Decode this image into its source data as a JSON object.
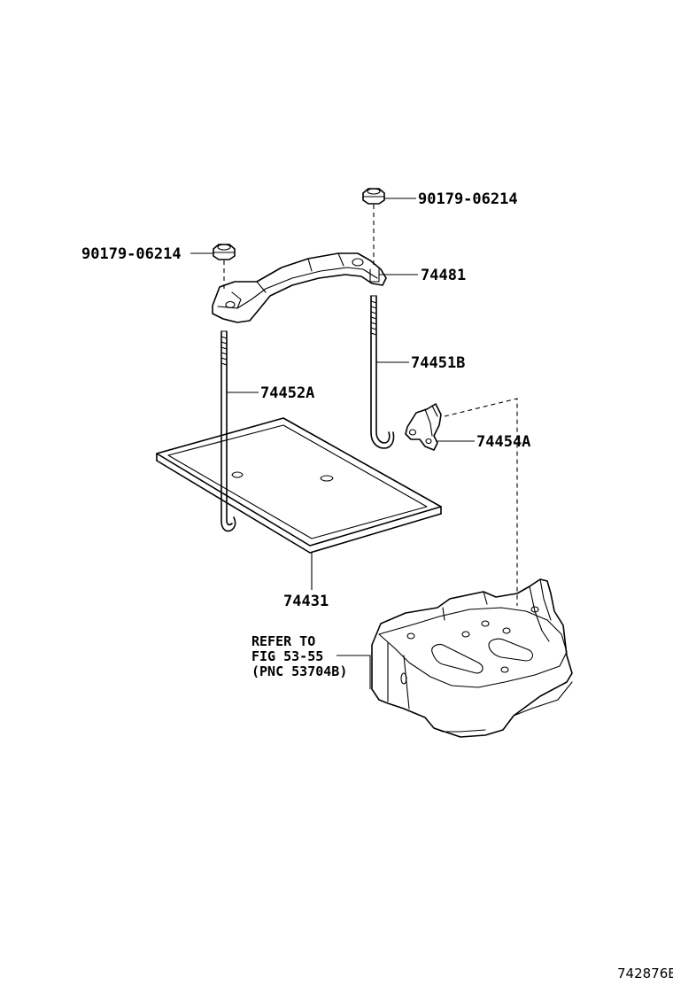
{
  "labels": {
    "nut_top": "90179-06214",
    "nut_left": "90179-06214",
    "clamp": "74481",
    "bolt_right": "74451B",
    "bolt_left": "74452A",
    "bracket": "74454A",
    "tray": "74431",
    "refer_line1": "REFER TO",
    "refer_line2": "FIG 53-55",
    "refer_line3": "(PNC 53704B)",
    "diagram_code": "742876B"
  }
}
